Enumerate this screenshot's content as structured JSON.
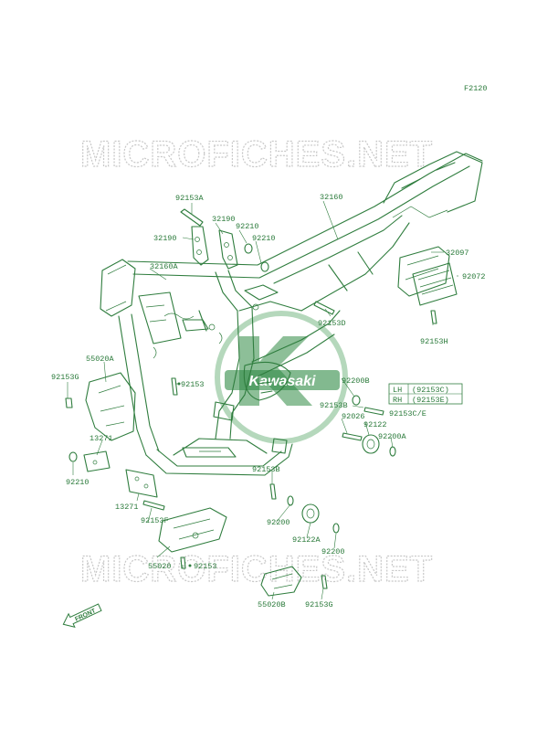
{
  "figure_code": "F2120",
  "watermark": "MICROFICHES.NET",
  "brand": "Kawasaki",
  "legend": {
    "rows": [
      {
        "side": "LH",
        "part": "(92153C)"
      },
      {
        "side": "RH",
        "part": "(92153E)"
      }
    ]
  },
  "front_label": "FRONT",
  "callouts": [
    {
      "id": "c1",
      "text": "92153A"
    },
    {
      "id": "c2",
      "text": "32160"
    },
    {
      "id": "c3",
      "text": "32190"
    },
    {
      "id": "c4",
      "text": "92210"
    },
    {
      "id": "c5",
      "text": "32190"
    },
    {
      "id": "c6",
      "text": "92210"
    },
    {
      "id": "c7",
      "text": "32097"
    },
    {
      "id": "c8",
      "text": "32160A"
    },
    {
      "id": "c9",
      "text": "92072"
    },
    {
      "id": "c10",
      "text": "92153D"
    },
    {
      "id": "c11",
      "text": "92153H"
    },
    {
      "id": "c12",
      "text": "55020A"
    },
    {
      "id": "c13",
      "text": "92153G"
    },
    {
      "id": "c14",
      "text": "92153"
    },
    {
      "id": "c15",
      "text": "92200B"
    },
    {
      "id": "c16",
      "text": "92153B"
    },
    {
      "id": "c17",
      "text": "92153C/E"
    },
    {
      "id": "c18",
      "text": "92026"
    },
    {
      "id": "c19",
      "text": "92122"
    },
    {
      "id": "c20",
      "text": "92200A"
    },
    {
      "id": "c21",
      "text": "13271"
    },
    {
      "id": "c22",
      "text": "92210"
    },
    {
      "id": "c23",
      "text": "92153B"
    },
    {
      "id": "c24",
      "text": "13271"
    },
    {
      "id": "c25",
      "text": "92153F"
    },
    {
      "id": "c26",
      "text": "92200"
    },
    {
      "id": "c27",
      "text": "92122A"
    },
    {
      "id": "c28",
      "text": "92200"
    },
    {
      "id": "c29",
      "text": "55020"
    },
    {
      "id": "c30",
      "text": "92153"
    },
    {
      "id": "c31",
      "text": "55020B"
    },
    {
      "id": "c32",
      "text": "92153G"
    }
  ]
}
